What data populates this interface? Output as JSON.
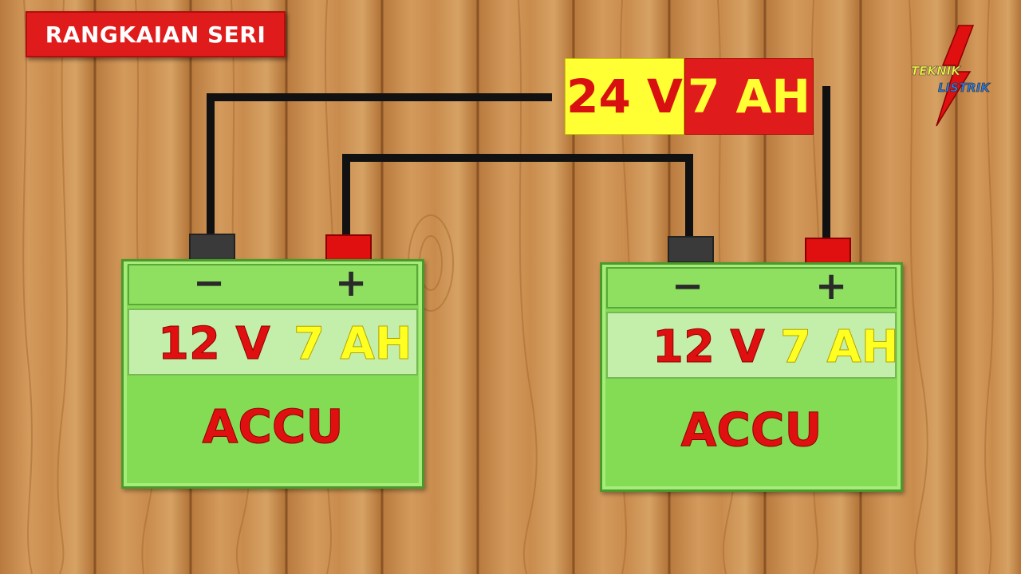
{
  "title": "RANGKAIAN SERI",
  "result": {
    "voltage": "24 V",
    "capacity": "7 AH"
  },
  "batteries": [
    {
      "negative_sign": "−",
      "positive_sign": "+",
      "voltage": "12 V",
      "capacity": "7 AH",
      "label": "ACCU"
    },
    {
      "negative_sign": "−",
      "positive_sign": "+",
      "voltage": "12 V",
      "capacity": "7 AH",
      "label": "ACCU"
    }
  ],
  "logo": {
    "line1": "TEKNIK",
    "line2": "LISTRIK"
  },
  "icons": [
    "lightning-bolt-icon"
  ],
  "colors": {
    "battery_green": "#84dc55",
    "terminal_red": "#e01010",
    "terminal_black": "#3a3a3a",
    "label_yellow": "#ffff33",
    "wood": "#c98c4d"
  }
}
